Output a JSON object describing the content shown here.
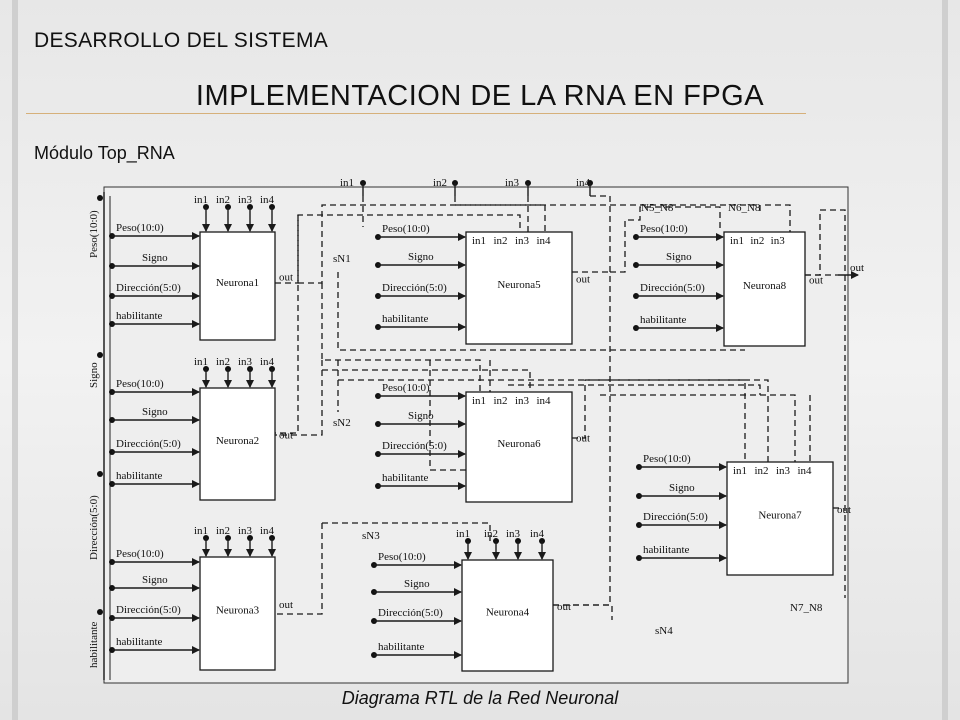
{
  "header": {
    "section": "DESARROLLO DEL SISTEMA",
    "title": "IMPLEMENTACION DE LA RNA EN FPGA",
    "subtitle": "Módulo Top_RNA"
  },
  "diagram": {
    "caption": "Diagrama RTL de la Red Neuronal",
    "port_labels": {
      "peso": "Peso(10:0)",
      "signo": "Signo",
      "direccion": "Dirección(5:0)",
      "habilitante": "habilitante",
      "out": "out",
      "in1": "in1",
      "in2": "in2",
      "in3": "in3",
      "in4": "in4"
    },
    "bus_labels": {
      "peso": "Peso(10:0)",
      "signo": "Signo",
      "direccion": "Dirección(5:0)",
      "habilitante": "habilitante"
    },
    "top_inputs": {
      "in1": "in1",
      "in2": "in2",
      "in3": "in3",
      "in4": "in4"
    },
    "signals": {
      "sN1": "sN1",
      "sN2": "sN2",
      "sN3": "sN3",
      "sN4": "sN4",
      "N5_N8": "N5_N8",
      "N6_N8": "N6_N8",
      "N7_N8": "N7_N8",
      "out": "out"
    },
    "neurons": {
      "n1": "Neurona1",
      "n2": "Neurona2",
      "n3": "Neurona3",
      "n4": "Neurona4",
      "n5": "Neurona5",
      "n6": "Neurona6",
      "n7": "Neurona7",
      "n8": "Neurona8"
    }
  },
  "colors": {
    "line": "#1a1a1a",
    "block": "#ffffff",
    "background": "#efefef"
  }
}
